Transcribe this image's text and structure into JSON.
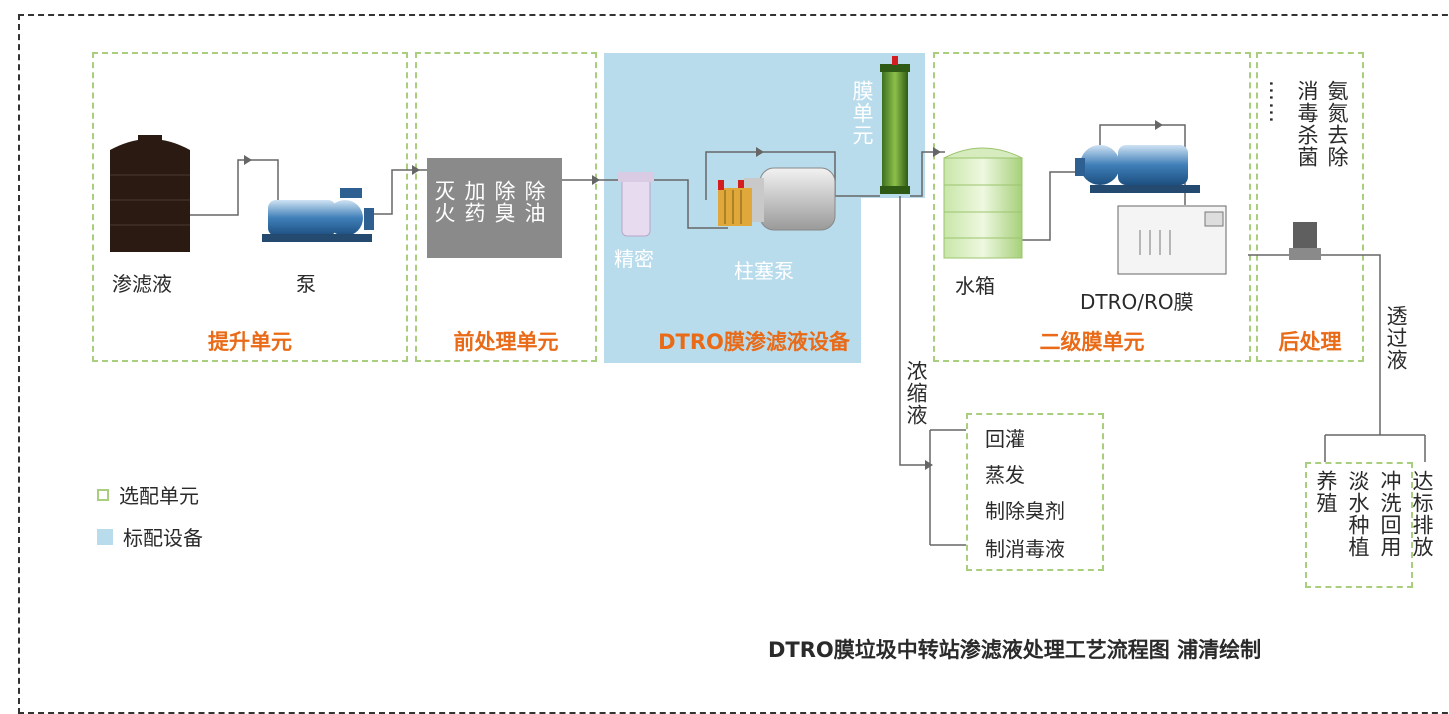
{
  "units": {
    "lift": "提升单元",
    "pretreat": "前处理单元",
    "dtro": "DTRO膜渗滤液设备",
    "secondary": "二级膜单元",
    "post": "后处理"
  },
  "equipment": {
    "leachate": "渗滤液",
    "pump": "泵",
    "pretreat_col1": "灭火",
    "pretreat_col2": "加药",
    "pretreat_col3": "除臭",
    "pretreat_col4": "除油",
    "precision": "精密",
    "plunger_pump": "柱塞泵",
    "membrane_unit": "膜单元",
    "tank": "水箱",
    "dtro_ro": "DTRO/RO膜",
    "post_col1": "氨氮去除",
    "post_col2": "消毒杀菌",
    "post_col3": "……"
  },
  "streams": {
    "concentrate": "浓缩液",
    "permeate": "透过液"
  },
  "concentrate_uses": [
    "回灌",
    "蒸发",
    "制除臭剂",
    "制消毒液"
  ],
  "permeate_uses": [
    "达标排放",
    "冲洗回用",
    "淡水种植",
    "养殖"
  ],
  "legend": {
    "optional": "选配单元",
    "standard": "标配设备"
  },
  "colors": {
    "unit_title": "#e96a17",
    "optional_border": "#a9cf7e",
    "standard_fill": "#b9dcec"
  },
  "caption": "DTRO膜垃圾中转站渗滤液处理工艺流程图   浦清绘制"
}
